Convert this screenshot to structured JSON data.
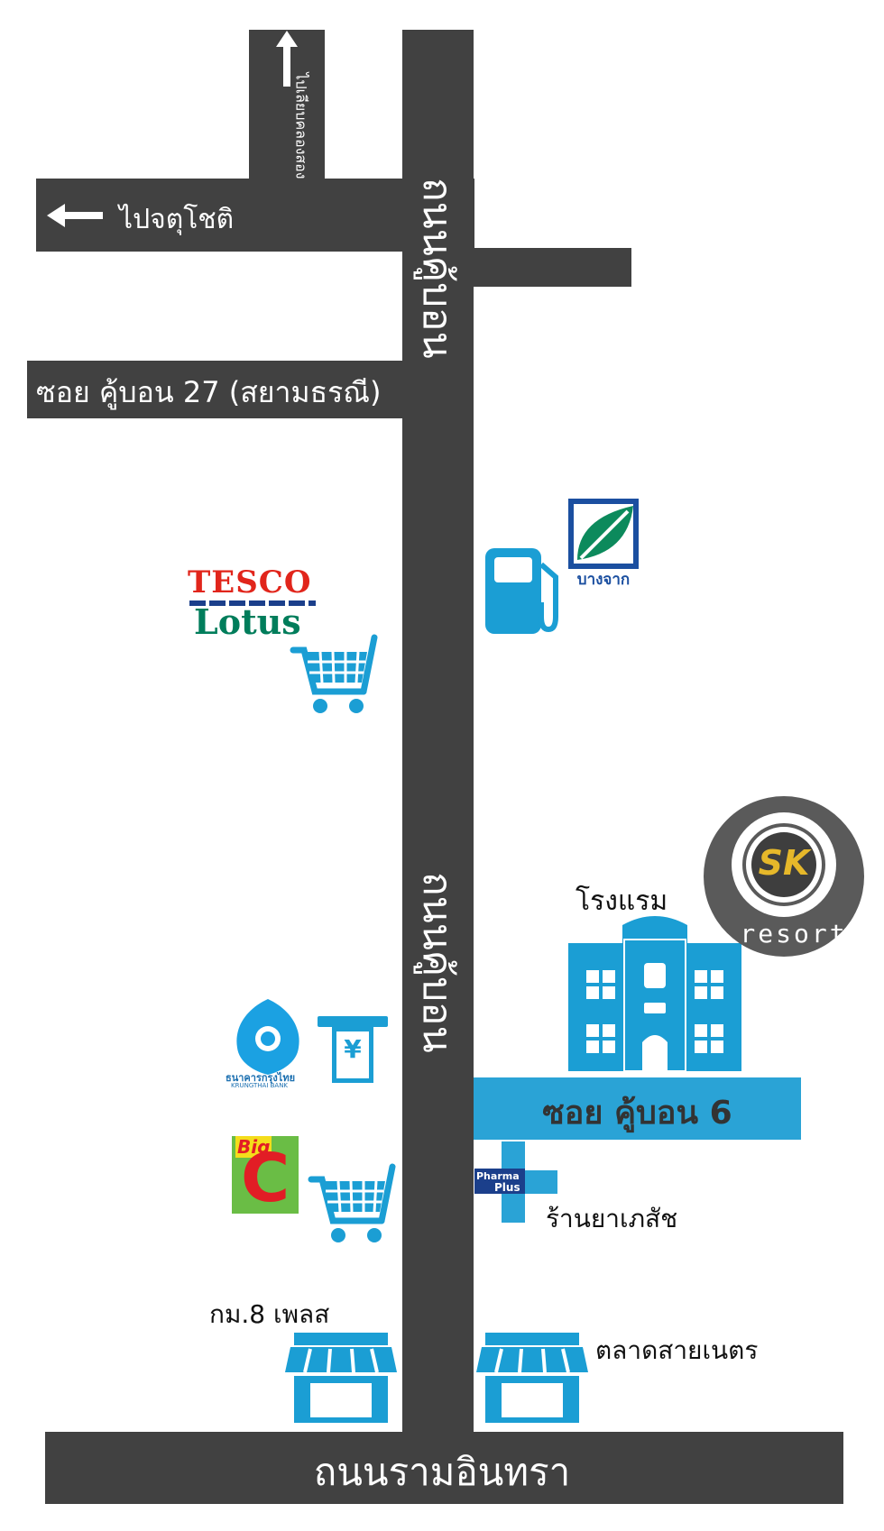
{
  "roads": {
    "main_road_upper": "ถนนคู้บอน",
    "main_road_lower": "ถนนคู้บอน",
    "to_chatuchot": "ไปจตุโชติ",
    "to_liap_khlong": "ไปเลียบคลองสอง",
    "soi_27": "ซอย คู้บอน 27 (สยามธรณี)",
    "soi_6": "ซอย คู้บอน 6",
    "ram_inthra": "ถนนรามอินทรา"
  },
  "places": {
    "tesco_line1": "TESCO",
    "tesco_line2": "Lotus",
    "bangchak": "บางจาก",
    "ktb_thai": "ธนาคารกรุงไทย",
    "ktb_en": "KRUNGTHAI BANK",
    "atm_symbol": "¥",
    "bigc_big": "Big",
    "bigc_c": "C",
    "pharma_line1": "Pharma",
    "pharma_line2": "Plus",
    "pharmacy": "ร้านยาเภสัช",
    "hotel": "โรงแรม",
    "sk_logo": "SK",
    "sk_resort": "resort",
    "km8_place": "กม.8 เพลส",
    "market": "ตลาดสายเนตร"
  },
  "colors": {
    "road": "#414141",
    "icon_blue": "#1b9ed4",
    "soi6_band": "#2aa3d6",
    "tesco_red": "#e1251b",
    "tesco_green": "#007d5b",
    "ktb_blue": "#1ba1e2",
    "bigc_green": "#6abd45",
    "bigc_red": "#e21d25",
    "pharma_navy": "#1b3f8b",
    "sk_grey": "#5a5a5a",
    "sk_gold": "#e6b82a"
  }
}
